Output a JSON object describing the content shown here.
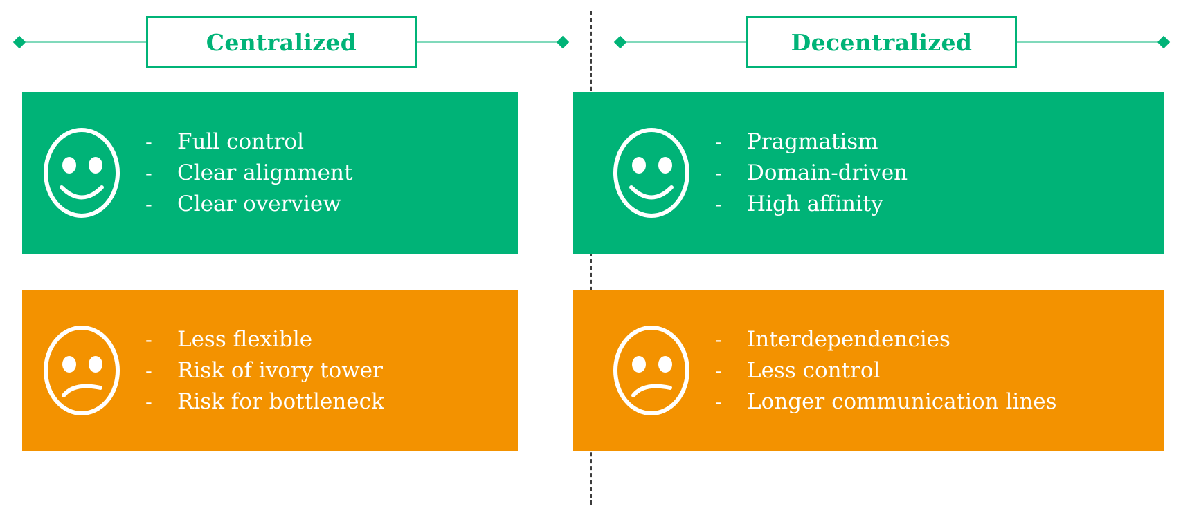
{
  "layout": {
    "divider": "vertical-dashed-separator",
    "background": "#ffffff",
    "accent_green": "#00b377",
    "accent_orange": "#f39200",
    "text_on_card": "#ffffff"
  },
  "columns": [
    {
      "id": "centralized",
      "header": {
        "title": "Centralized",
        "marker_start": "diamond",
        "marker_end": "diamond"
      },
      "cards": [
        {
          "id": "centralized-pros",
          "sentiment": "positive",
          "icon": "smiley-face-icon",
          "color": "#00b377",
          "bullet": "-",
          "items": [
            "Full control",
            "Clear alignment",
            "Clear overview"
          ]
        },
        {
          "id": "centralized-cons",
          "sentiment": "negative",
          "icon": "sad-face-icon",
          "color": "#f39200",
          "bullet": "-",
          "items": [
            "Less flexible",
            "Risk of ivory tower",
            "Risk for bottleneck"
          ]
        }
      ]
    },
    {
      "id": "decentralized",
      "header": {
        "title": "Decentralized",
        "marker_start": "diamond",
        "marker_end": "diamond"
      },
      "cards": [
        {
          "id": "decentralized-pros",
          "sentiment": "positive",
          "icon": "smiley-face-icon",
          "color": "#00b377",
          "bullet": "-",
          "items": [
            "Pragmatism",
            "Domain-driven",
            "High affinity"
          ]
        },
        {
          "id": "decentralized-cons",
          "sentiment": "negative",
          "icon": "sad-face-icon",
          "color": "#f39200",
          "bullet": "-",
          "items": [
            "Interdependencies",
            "Less control",
            "Longer communication lines"
          ]
        }
      ]
    }
  ]
}
